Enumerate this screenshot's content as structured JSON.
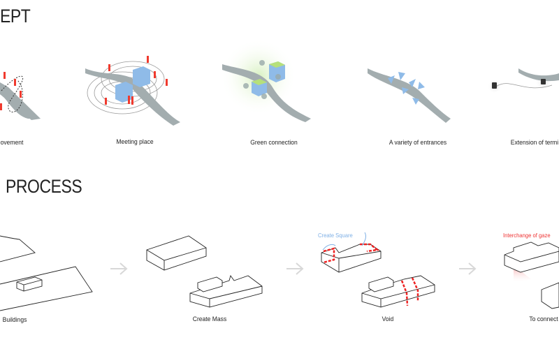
{
  "concept": {
    "title": "EPT",
    "items": [
      {
        "caption": "ovement"
      },
      {
        "caption": "Meeting place"
      },
      {
        "caption": "Green connection"
      },
      {
        "caption": "A variety of entrances"
      },
      {
        "caption": "Extension of termi"
      }
    ]
  },
  "process": {
    "title": "PROCESS",
    "items": [
      {
        "caption": "Buildings"
      },
      {
        "caption": "Create Mass"
      },
      {
        "caption": "Void",
        "note": "Create Square"
      },
      {
        "caption": "To connect",
        "note": "Interchange of gaze"
      }
    ]
  },
  "colors": {
    "path": "#a3adaf",
    "people": "#f03a2e",
    "block": "#8fbbe8",
    "green": "#b6e07a",
    "void": "#ee2222",
    "note_blue": "#7fb0e6",
    "arrow": "#d8d8d8"
  }
}
